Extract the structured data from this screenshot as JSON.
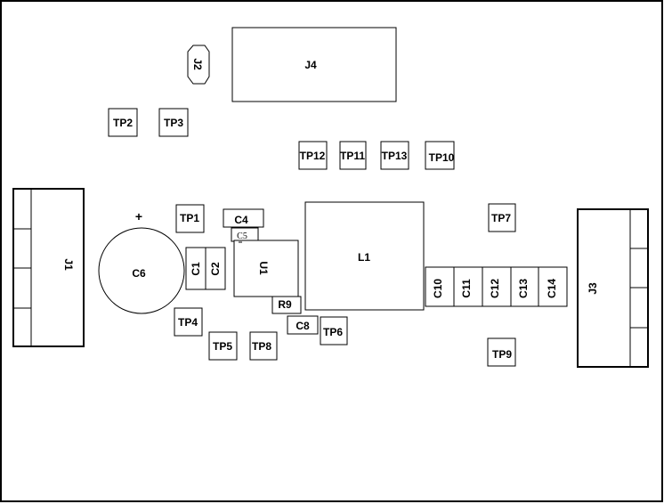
{
  "components": {
    "J1": "J1",
    "J2": "J2",
    "J3": "J3",
    "J4": "J4",
    "TP1": "TP1",
    "TP2": "TP2",
    "TP3": "TP3",
    "TP4": "TP4",
    "TP5": "TP5",
    "TP6": "TP6",
    "TP7": "TP7",
    "TP8": "TP8",
    "TP9": "TP9",
    "TP10": "TP10",
    "TP11": "TP11",
    "TP12": "TP12",
    "TP13": "TP13",
    "C1": "C1",
    "C2": "C2",
    "C4": "C4",
    "C5": "C5",
    "C6": "C6",
    "C8": "C8",
    "C10": "C10",
    "C11": "C11",
    "C12": "C12",
    "C13": "C13",
    "C14": "C14",
    "L1": "L1",
    "U1": "U1",
    "R9": "R9",
    "polarity_plus": "+"
  },
  "colors": {
    "stroke": "#000000",
    "background": "#ffffff"
  }
}
